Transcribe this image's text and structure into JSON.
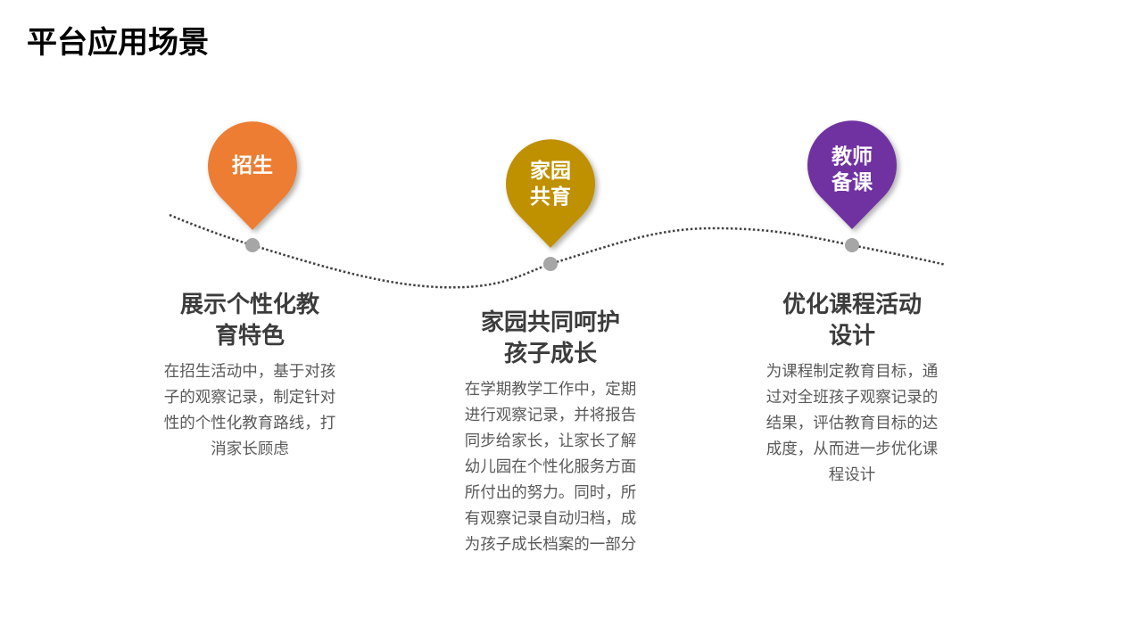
{
  "title": "平台应用场景",
  "colors": {
    "pin1": "#ED7D31",
    "pin2": "#BF9000",
    "pin3": "#7030A0",
    "dot": "#A6A6A6",
    "line": "#404040"
  },
  "scenarios": [
    {
      "pin": [
        "招生"
      ],
      "heading": [
        "展示个性化教",
        "育特色"
      ],
      "body": [
        "在招生活动中，基于对孩",
        "子的观察记录，制定针对",
        "性的个性化教育路线，打",
        "消家长顾虑"
      ]
    },
    {
      "pin": [
        "家园",
        "共育"
      ],
      "heading": [
        "家园共同呵护",
        "孩子成长"
      ],
      "body": [
        "在学期教学工作中，定期",
        "进行观察记录，并将报告",
        "同步给家长，让家长了解",
        "幼儿园在个性化服务方面",
        "所付出的努力。同时，所",
        "有观察记录自动归档，成",
        "为孩子成长档案的一部分"
      ]
    },
    {
      "pin": [
        "教师",
        "备课"
      ],
      "heading": [
        "优化课程活动",
        "设计"
      ],
      "body": [
        "为课程制定教育目标，通",
        "过对全班孩子观察记录的",
        "结果，评估教育目标的达",
        "成度，从而进一步优化课",
        "程设计"
      ]
    }
  ]
}
